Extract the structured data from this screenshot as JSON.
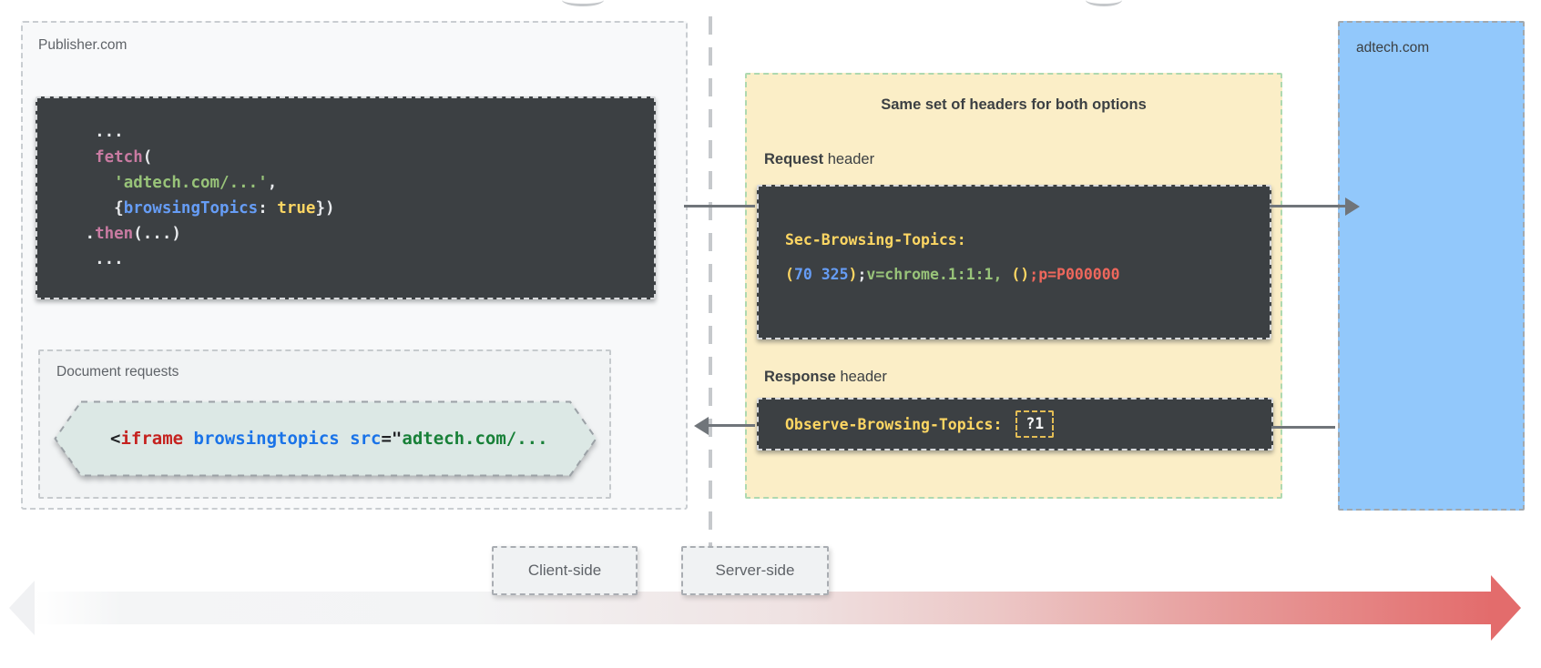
{
  "diagram": {
    "publisher": {
      "title": "Publisher.com",
      "fetch_code": [
        [
          {
            "t": "  ...",
            "c": "w"
          }
        ],
        [
          {
            "t": "  ",
            "c": "w"
          },
          {
            "t": "fetch",
            "c": "pink"
          },
          {
            "t": "(",
            "c": "w"
          }
        ],
        [
          {
            "t": "    ",
            "c": "w"
          },
          {
            "t": "'adtech.com/...'",
            "c": "green"
          },
          {
            "t": ",",
            "c": "w"
          }
        ],
        [
          {
            "t": "    {",
            "c": "w"
          },
          {
            "t": "browsingTopics",
            "c": "blue"
          },
          {
            "t": ": ",
            "c": "w"
          },
          {
            "t": "true",
            "c": "yellow"
          },
          {
            "t": "})",
            "c": "w"
          }
        ],
        [
          {
            "t": " .",
            "c": "w"
          },
          {
            "t": "then",
            "c": "pink"
          },
          {
            "t": "(...)",
            "c": "w"
          }
        ],
        [
          {
            "t": "  ...",
            "c": "w"
          }
        ]
      ],
      "document_requests": {
        "title": "Document requests",
        "iframe_code": [
          {
            "t": "<",
            "c": "dark"
          },
          {
            "t": "iframe",
            "c": "dred"
          },
          {
            "t": " ",
            "c": "dark"
          },
          {
            "t": "browsingtopics",
            "c": "dblue"
          },
          {
            "t": " ",
            "c": "dark"
          },
          {
            "t": "src",
            "c": "dblue"
          },
          {
            "t": "=\"",
            "c": "dark"
          },
          {
            "t": "adtech.com/...",
            "c": "dgreen"
          }
        ]
      }
    },
    "headers_box": {
      "title": "Same set of headers for both options",
      "request_label_strong": "Request",
      "request_label_rest": " header",
      "request_code": [
        [
          {
            "t": "Sec-Browsing-Topics:",
            "c": "yellow"
          }
        ],
        [
          {
            "t": "(",
            "c": "yellow"
          },
          {
            "t": "70 325",
            "c": "blue"
          },
          {
            "t": ")",
            "c": "yellow"
          },
          {
            "t": ";",
            "c": "w"
          },
          {
            "t": "v=chrome.1:1:1,",
            "c": "green"
          },
          {
            "t": " ",
            "c": "w"
          },
          {
            "t": "()",
            "c": "yellow"
          },
          {
            "t": ";",
            "c": "red"
          },
          {
            "t": "p=P000000",
            "c": "red"
          }
        ]
      ],
      "response_label_strong": "Response",
      "response_label_rest": " header",
      "response_code": [
        {
          "t": "Observe-Browsing-Topics:",
          "c": "yellow"
        },
        {
          "t": " ",
          "c": "w"
        },
        {
          "t": "?1",
          "c": "q1"
        }
      ]
    },
    "adtech": {
      "title": "adtech.com"
    },
    "timeline": {
      "client_label": "Client-side",
      "server_label": "Server-side"
    },
    "colors": {
      "publisher_bg": "#f8f9fa",
      "document_requests_bg": "#f1f3f4",
      "iframe_tag_bg": "#dce8e5",
      "code_block_bg": "#3c4043",
      "headers_box_bg": "#fbeec7",
      "headers_box_border": "#aed9b0",
      "adtech_bg": "#92c8fb",
      "arrow_gray": "#70757a",
      "timeline_red": "#e36c6c",
      "token_pink": "#c97ba2",
      "token_green": "#98c379",
      "token_blue": "#669df6",
      "token_yellow": "#fdd663",
      "token_red": "#ee675c"
    }
  }
}
